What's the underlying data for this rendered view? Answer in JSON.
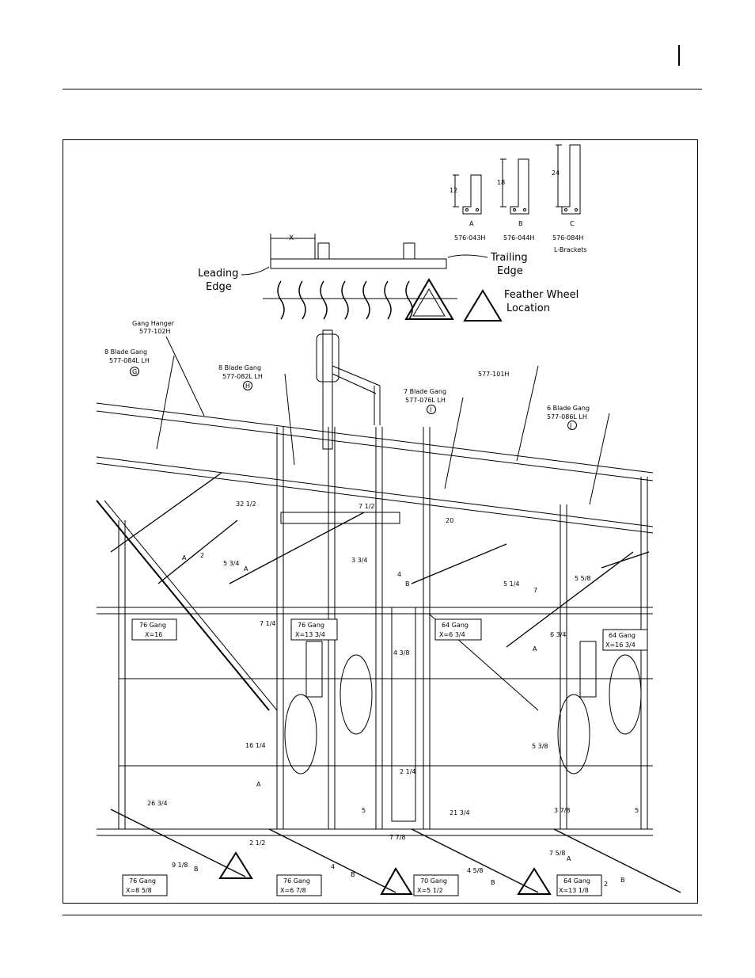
{
  "brackets": [
    {
      "letter": "A",
      "height": "12",
      "part": "576-043H"
    },
    {
      "letter": "B",
      "height": "18",
      "part": "576-044H"
    },
    {
      "letter": "C",
      "height": "24",
      "part": "576-084H"
    }
  ],
  "brackets_caption": "L-Brackets",
  "dim_x": "X",
  "leading_edge": [
    "Leading",
    "Edge"
  ],
  "trailing_edge": [
    "Trailing",
    "Edge"
  ],
  "feather_wheel": [
    "Feather Wheel",
    "Location"
  ],
  "callouts": {
    "gang_hanger": [
      "Gang Hanger",
      "577-102H"
    ],
    "g": [
      "8 Blade Gang",
      "577-084L  LH",
      "G"
    ],
    "h": [
      "8 Blade Gang",
      "577-082L  LH",
      "H"
    ],
    "frame_part": "577-101H",
    "i": [
      "7 Blade Gang",
      "577-076L  LH",
      "I"
    ],
    "j": [
      "6 Blade Gang",
      "577-086L  LH",
      "J"
    ]
  },
  "gang_boxes": [
    [
      "76 Gang",
      "X=16"
    ],
    [
      "76 Gang",
      "X=13  3/4"
    ],
    [
      "64 Gang",
      "X=6  3/4"
    ],
    [
      "64 Gang",
      "X=16  3/4"
    ],
    [
      "76 Gang",
      "X=8  5/8"
    ],
    [
      "76 Gang",
      "X=6  7/8"
    ],
    [
      "70 Gang",
      "X=5  1/2"
    ],
    [
      "64 Gang",
      "X=13  1/8"
    ]
  ],
  "dimensions": [
    "32 1/2",
    "7 1/2",
    "2",
    "5 3/4",
    "3 3/4",
    "20",
    "4",
    "7 1/4",
    "4 3/8",
    "5 1/4",
    "7",
    "5 5/8",
    "6 3/4",
    "16 1/4",
    "5 3/8",
    "2 1/4",
    "26 3/4",
    "5",
    "21 3/4",
    "3 7/8",
    "5",
    "2 1/2",
    "9 1/8",
    "7 7/8",
    "4",
    "4 5/8",
    "7 5/8",
    "2"
  ],
  "point_labels": [
    "A",
    "B"
  ]
}
